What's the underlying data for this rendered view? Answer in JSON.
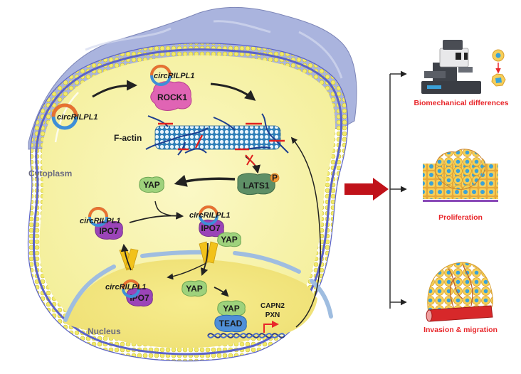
{
  "diagram": {
    "title": "circRILPL1 mechanism schematic",
    "regions": {
      "cytoplasm": "Cytoplasm",
      "nucleus": "Nucleus"
    },
    "molecules": {
      "circ_free": "circRILPL1",
      "circ_rock": "circRILPL1",
      "rock1": "ROCK1",
      "factin": "F-actin",
      "yap_cyto": "YAP",
      "lats1": "LATS1",
      "phospho": "P",
      "circ_ipo7_left": "circRILPL1",
      "ipo7_left": "IPO7",
      "circ_ipo7_yap": "circRILPL1",
      "ipo7_mid": "IPO7",
      "yap_complex": "YAP",
      "circ_nuclear": "circRILPL1",
      "ipo7_nuclear": "IPO7",
      "yap_nuclear": "YAP",
      "yap_dna": "YAP",
      "tead": "TEAD",
      "gene1": "CAPN2",
      "gene2": "PXN"
    },
    "outcomes": [
      {
        "label": "Biomechanical differences",
        "icon": "microscope-icon"
      },
      {
        "label": "Proliferation",
        "icon": "cell-proliferation-icon"
      },
      {
        "label": "Invasion & migration",
        "icon": "cell-invasion-icon"
      }
    ],
    "colors": {
      "cell_fill": "#f7f3a3",
      "nucleus_fill": "#f3e77a",
      "membrane_blue": "#5b63c8",
      "lipid_yellow": "#f2ea6a",
      "ecm_blue": "#aab4de",
      "circ_orange": "#e8712f",
      "circ_blue": "#3e8fd8",
      "rock1_pink": "#e064b4",
      "ipo7_purple": "#9b44b8",
      "yap_green": "#9ed27c",
      "lats1_green": "#5e8f66",
      "tead_blue": "#4f8fd8",
      "phospho_orange": "#f39a35",
      "outcome_red": "#e8262a",
      "big_arrow_red": "#c0121a",
      "pore_yellow": "#f2c21a"
    }
  }
}
